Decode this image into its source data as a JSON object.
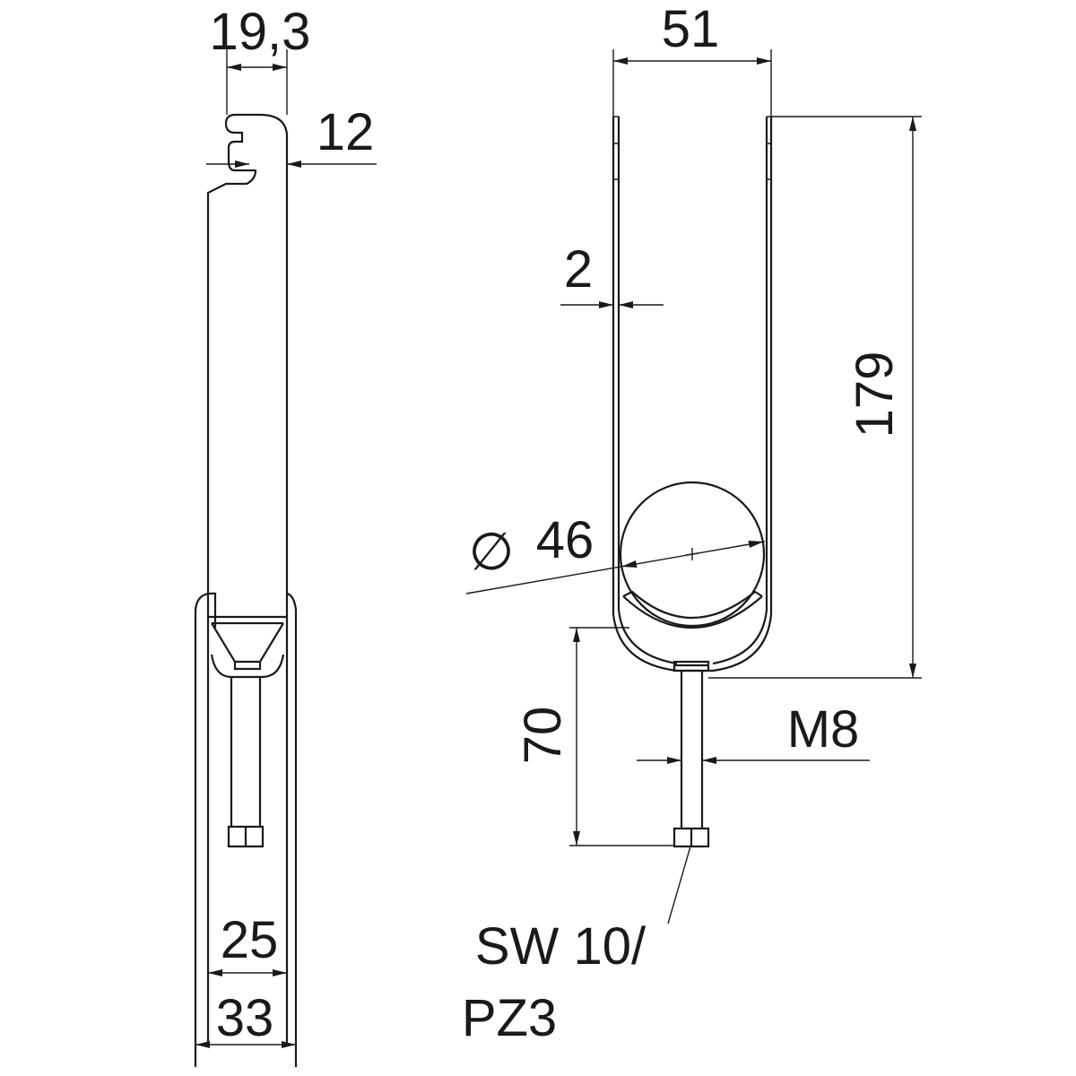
{
  "dimensions": {
    "side_depth": "19,3",
    "hook_offset": "12",
    "inner_width_side": "25",
    "outer_width_side": "33",
    "clip_width": "51",
    "clip_height": "179",
    "strip_thickness": "2",
    "diameter_symbol": "∅",
    "diameter": "46",
    "bolt_length": "70",
    "thread": "M8",
    "drive_line1": "SW 10/",
    "drive_line2": "PZ3"
  },
  "colors": {
    "line": "#1a1a1a",
    "background": "#ffffff"
  }
}
